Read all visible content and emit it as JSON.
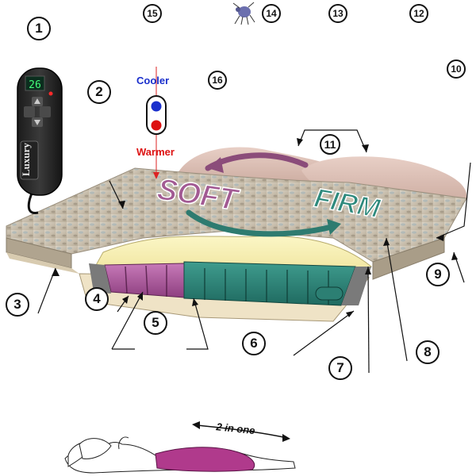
{
  "remote": {
    "display": "26",
    "brand": "Luxury"
  },
  "temperature": {
    "cooler_label": "Cooler",
    "warmer_label": "Warmer",
    "cooler_color": "#1a2fcc",
    "warmer_color": "#dd1111"
  },
  "firmness": {
    "soft_label": "SOFT",
    "firm_label": "FIRM"
  },
  "caption": "2 in one",
  "callouts": [
    "1",
    "2",
    "3",
    "4",
    "5",
    "6",
    "7",
    "8",
    "9",
    "10",
    "11",
    "12",
    "13",
    "14",
    "15",
    "16"
  ]
}
